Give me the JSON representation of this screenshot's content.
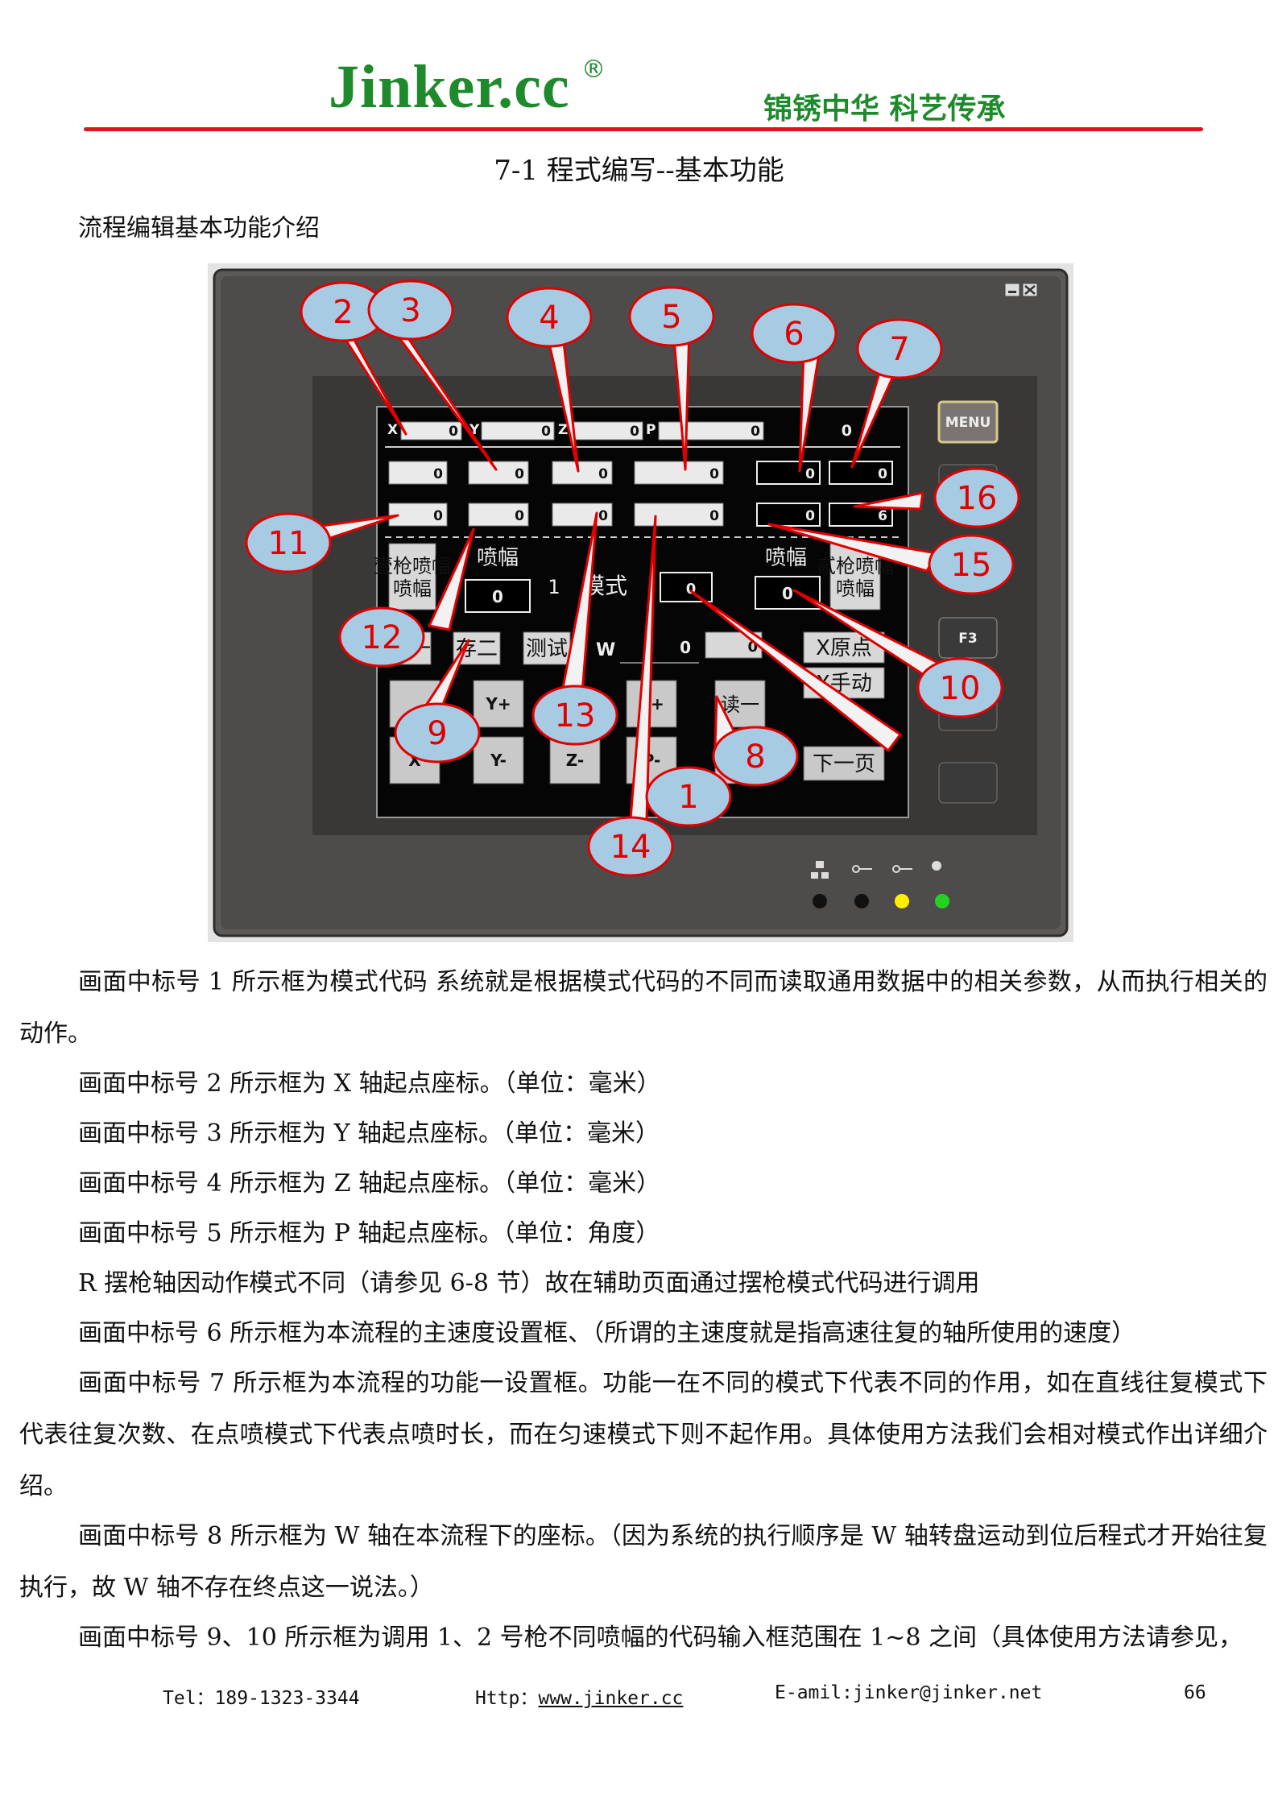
{
  "header": {
    "brand": "Jinker.cc",
    "registered": "®",
    "slogan": "锦锈中华  科艺传承"
  },
  "title": "7-1 程式编写--基本功能",
  "subtitle": "流程编辑基本功能介绍",
  "figure": {
    "hmi": {
      "x_label": "X",
      "y_label": "Y",
      "z_label": "Z",
      "p_label": "P",
      "row0_values": [
        "0",
        "0",
        "0",
        "0",
        "0"
      ],
      "row1_values": [
        "0",
        "0",
        "0",
        "0",
        "0",
        "0"
      ],
      "row2_values": [
        "0",
        "0",
        "0",
        "0",
        "0",
        "6"
      ],
      "gun1_button": "壹枪喷幅",
      "gun1_spray_label": "喷幅",
      "gun1_spray_value": "0",
      "number_one": "1",
      "mode_label": "模式",
      "mode_value": "0",
      "gun2_spray_label": "喷幅",
      "gun2_spray_value": "0",
      "gun2_button": "贰枪喷幅",
      "btn_save1": "存一",
      "btn_save2": "存二",
      "btn_test": "测试",
      "w_label": "W",
      "w_value": "0",
      "w_box_value": "0",
      "btn_origin": "X原点",
      "btn_manual": "X手动",
      "btn_yplus": "Y+",
      "btn_pplus": "P+",
      "btn_read1": "读一",
      "btn_x": "X",
      "btn_yminus": "Y-",
      "btn_zminus": "Z-",
      "btn_pminus": "P-",
      "btn_next": "下一页",
      "btn_menu": "MENU",
      "btn_f3": "F3"
    },
    "callouts": [
      "1",
      "2",
      "3",
      "4",
      "5",
      "6",
      "7",
      "8",
      "9",
      "10",
      "11",
      "12",
      "13",
      "14",
      "15",
      "16"
    ]
  },
  "paragraphs": [
    "画面中标号 1 所示框为模式代码  系统就是根据模式代码的不同而读取通用数据中的相关参数，从而执行相关的动作。",
    "画面中标号 2 所示框为 X 轴起点座标。（单位：毫米）",
    "画面中标号 3 所示框为 Y 轴起点座标。（单位：毫米）",
    "画面中标号 4 所示框为 Z 轴起点座标。（单位：毫米）",
    "画面中标号 5 所示框为 P 轴起点座标。（单位：角度）",
    "R 摆枪轴因动作模式不同（请参见 6-8 节）故在辅助页面通过摆枪模式代码进行调用",
    "画面中标号 6 所示框为本流程的主速度设置框、（所谓的主速度就是指高速往复的轴所使用的速度）",
    "画面中标号 7 所示框为本流程的功能一设置框。功能一在不同的模式下代表不同的作用，如在直线往复模式下代表往复次数、在点喷模式下代表点喷时长，而在匀速模式下则不起作用。具体使用方法我们会相对模式作出详细介绍。",
    "画面中标号 8 所示框为 W 轴在本流程下的座标。（因为系统的执行顺序是 W 轴转盘运动到位后程式才开始往复执行，故 W 轴不存在终点这一说法。）",
    "画面中标号 9、10 所示框为调用 1、2 号枪不同喷幅的代码输入框范围在 1~8 之间（具体使用方法请参见，"
  ],
  "footer": {
    "tel": "Tel：189-1323-3344",
    "http_label": "Http：",
    "http_link": "www.jinker.cc",
    "email": "E-amil:jinker@jinker.net",
    "page": "66"
  }
}
